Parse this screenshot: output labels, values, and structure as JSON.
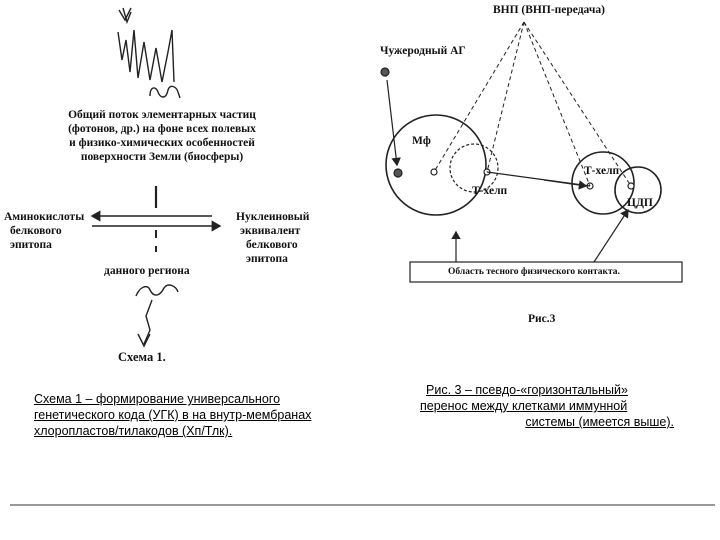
{
  "left_scheme": {
    "flux_label_lines": [
      "Общий поток элементарных частиц",
      "(фотонов, др.) на фоне всех полевых",
      "и физико-химических особенностей",
      "поверхности  Земли (биосферы)"
    ],
    "amino_label_lines": [
      "Аминокислоты",
      "белкового",
      "эпитопа"
    ],
    "nucleic_label_lines": [
      "Нуклеиновый",
      "эквивалент",
      "белкового",
      "эпитопа"
    ],
    "region_label": "данного региона",
    "scheme_title": "Схема 1.",
    "caption_lines": [
      "Схема 1 – формирование универсального",
      "генетического кода (УГК) в на внутр-мембранах",
      "хлоропластов/тилакодов (Хп/Тлк)."
    ]
  },
  "right_figure": {
    "vnp_label": "ВНП (ВНП-передача)",
    "foreign_ag_label": "Чужеродный АГ",
    "mf_label": "Мф",
    "t_helper_left_label": "Т-хелп",
    "t_helper_right_label": "Т-хелп",
    "dc_label": "ЦДП",
    "contact_area_label": "Область тесного физического контакта.",
    "fig_label": "Рис.3",
    "caption_lines": [
      "Рис. 3 – псевдо-«горизонтальный»",
      "перенос между клетками иммунной",
      "системы (имеется выше)."
    ]
  }
}
